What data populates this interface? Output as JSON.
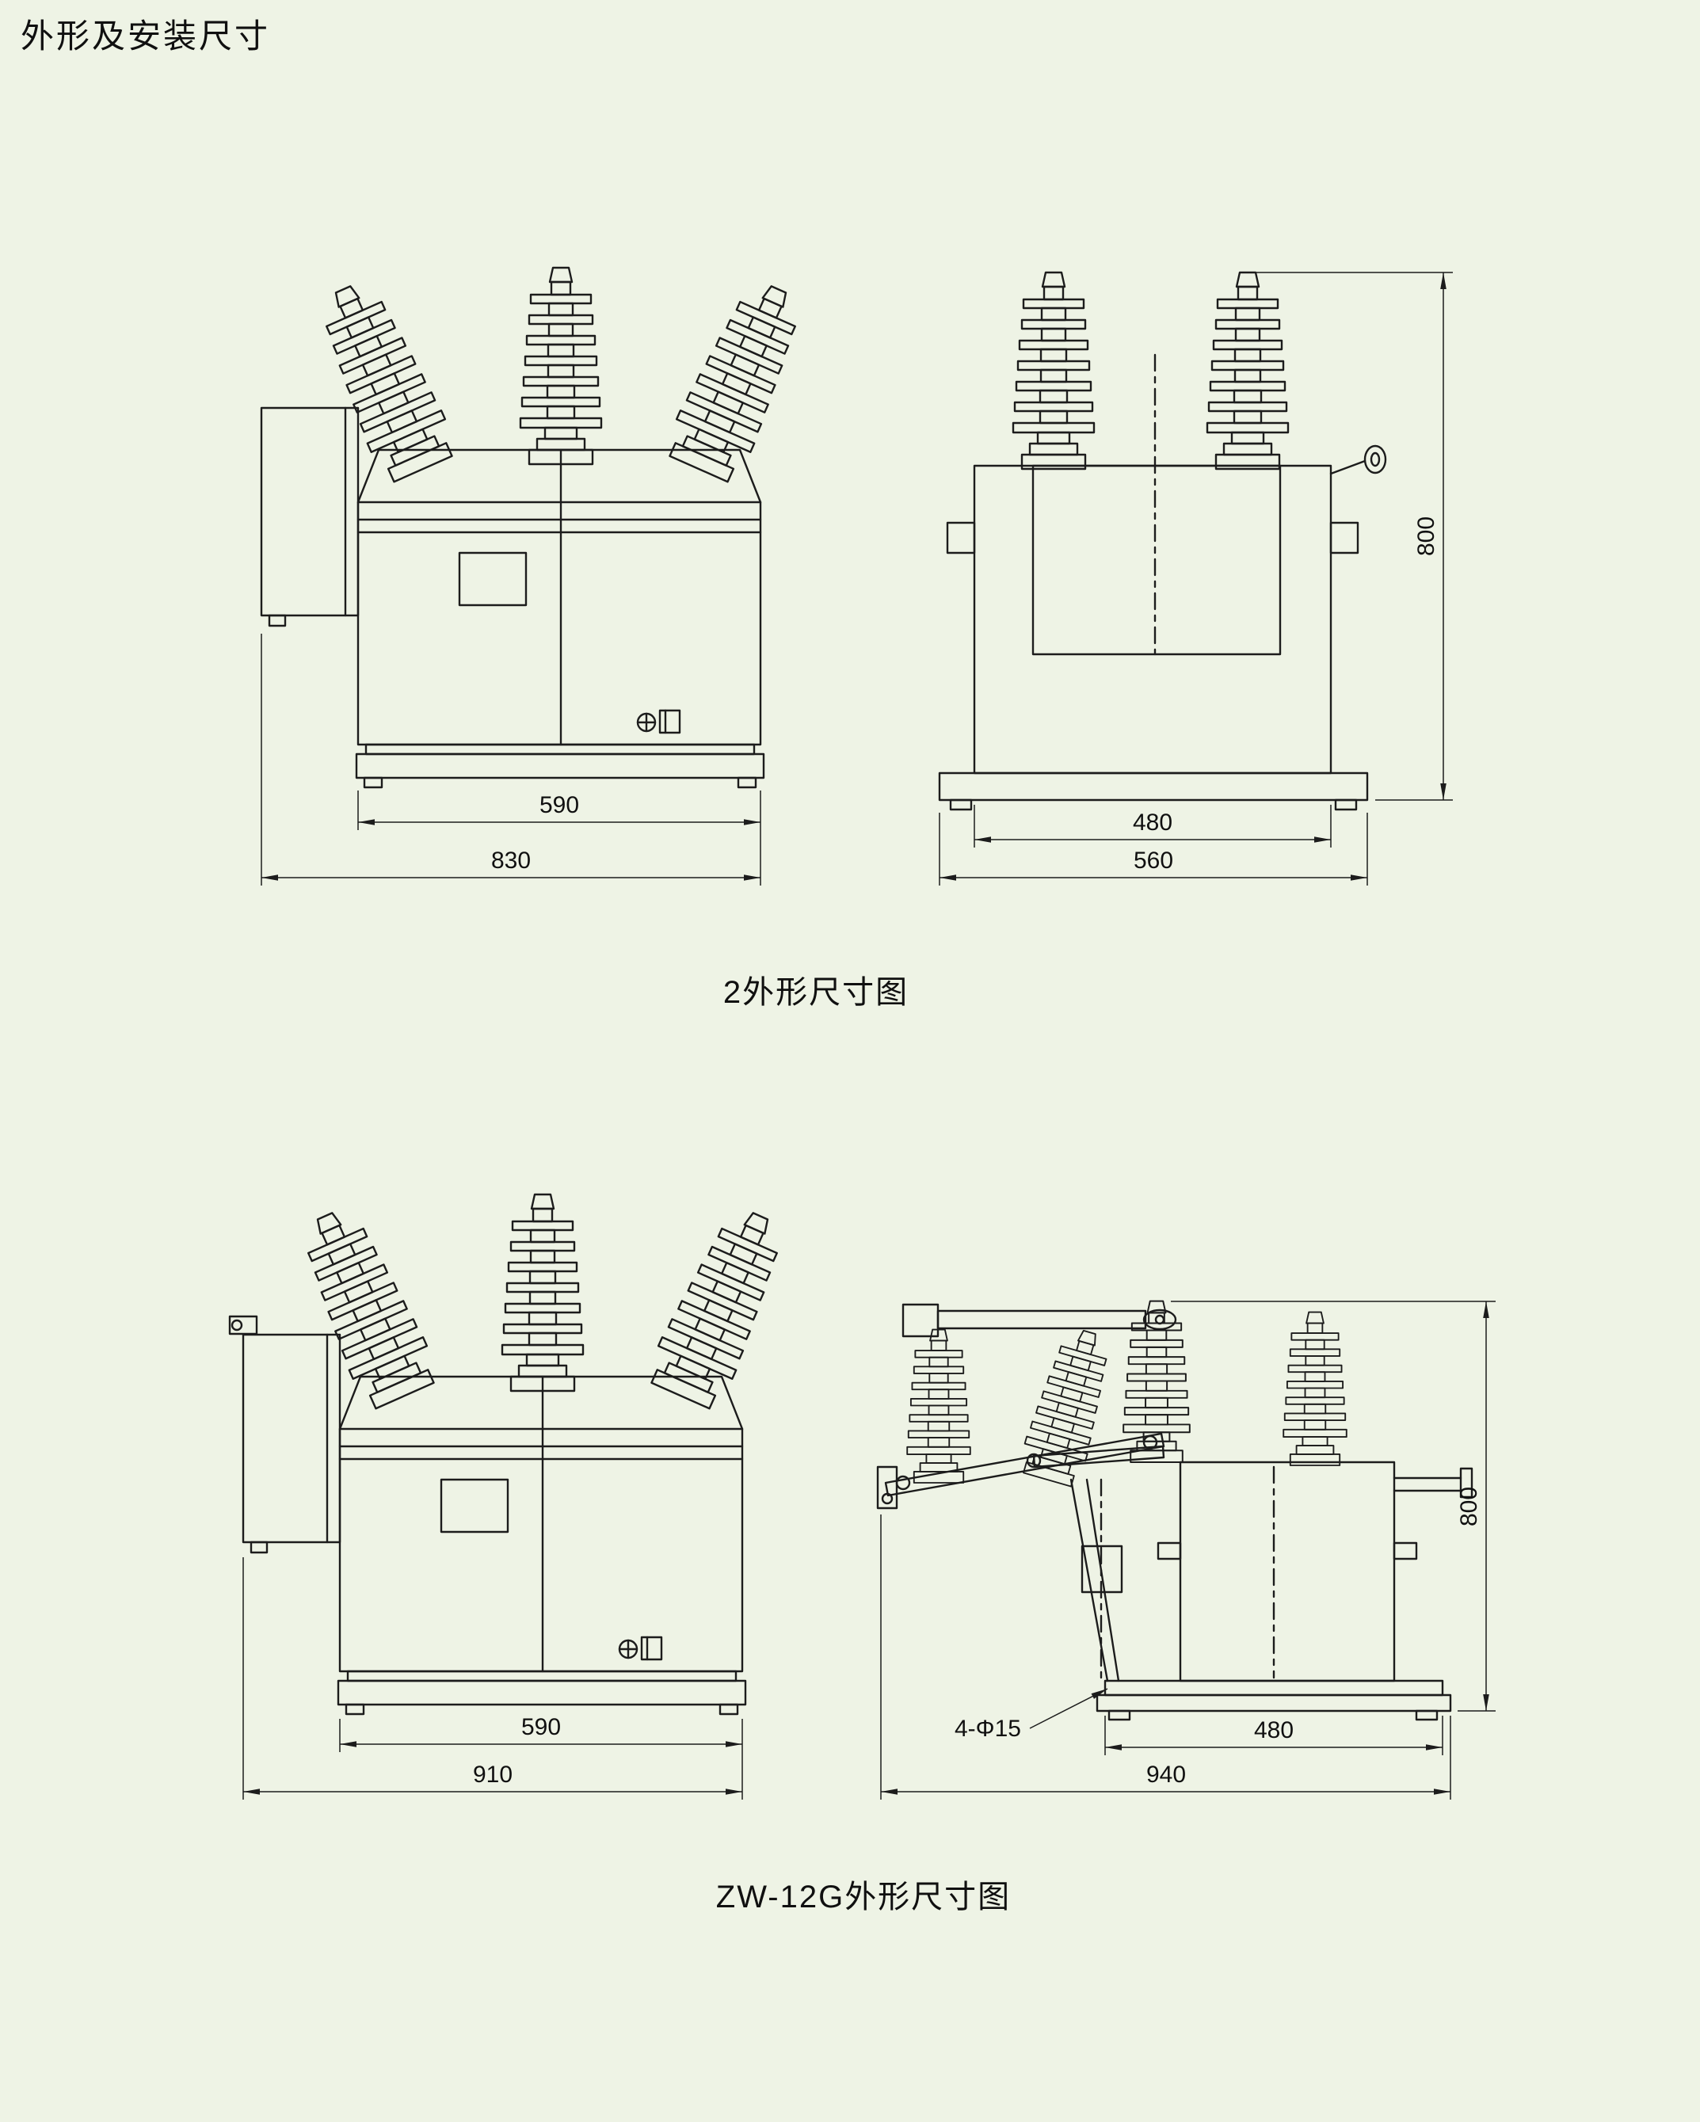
{
  "page": {
    "title": "外形及安装尺寸",
    "background": "#eef3e5",
    "line_color": "#1c1c1c"
  },
  "figures": [
    {
      "caption": "2外形尺寸图",
      "front_view": {
        "dim_body_width": "590",
        "dim_overall_width": "830"
      },
      "side_view": {
        "dim_body_width": "480",
        "dim_overall_width": "560",
        "dim_overall_height": "800"
      }
    },
    {
      "caption": "ZW-12G外形尺寸图",
      "front_view": {
        "dim_body_width": "590",
        "dim_overall_width": "910"
      },
      "side_view": {
        "dim_mounting_holes": "4-Φ15",
        "dim_body_width": "480",
        "dim_overall_width": "940",
        "dim_overall_height": "800"
      }
    }
  ]
}
